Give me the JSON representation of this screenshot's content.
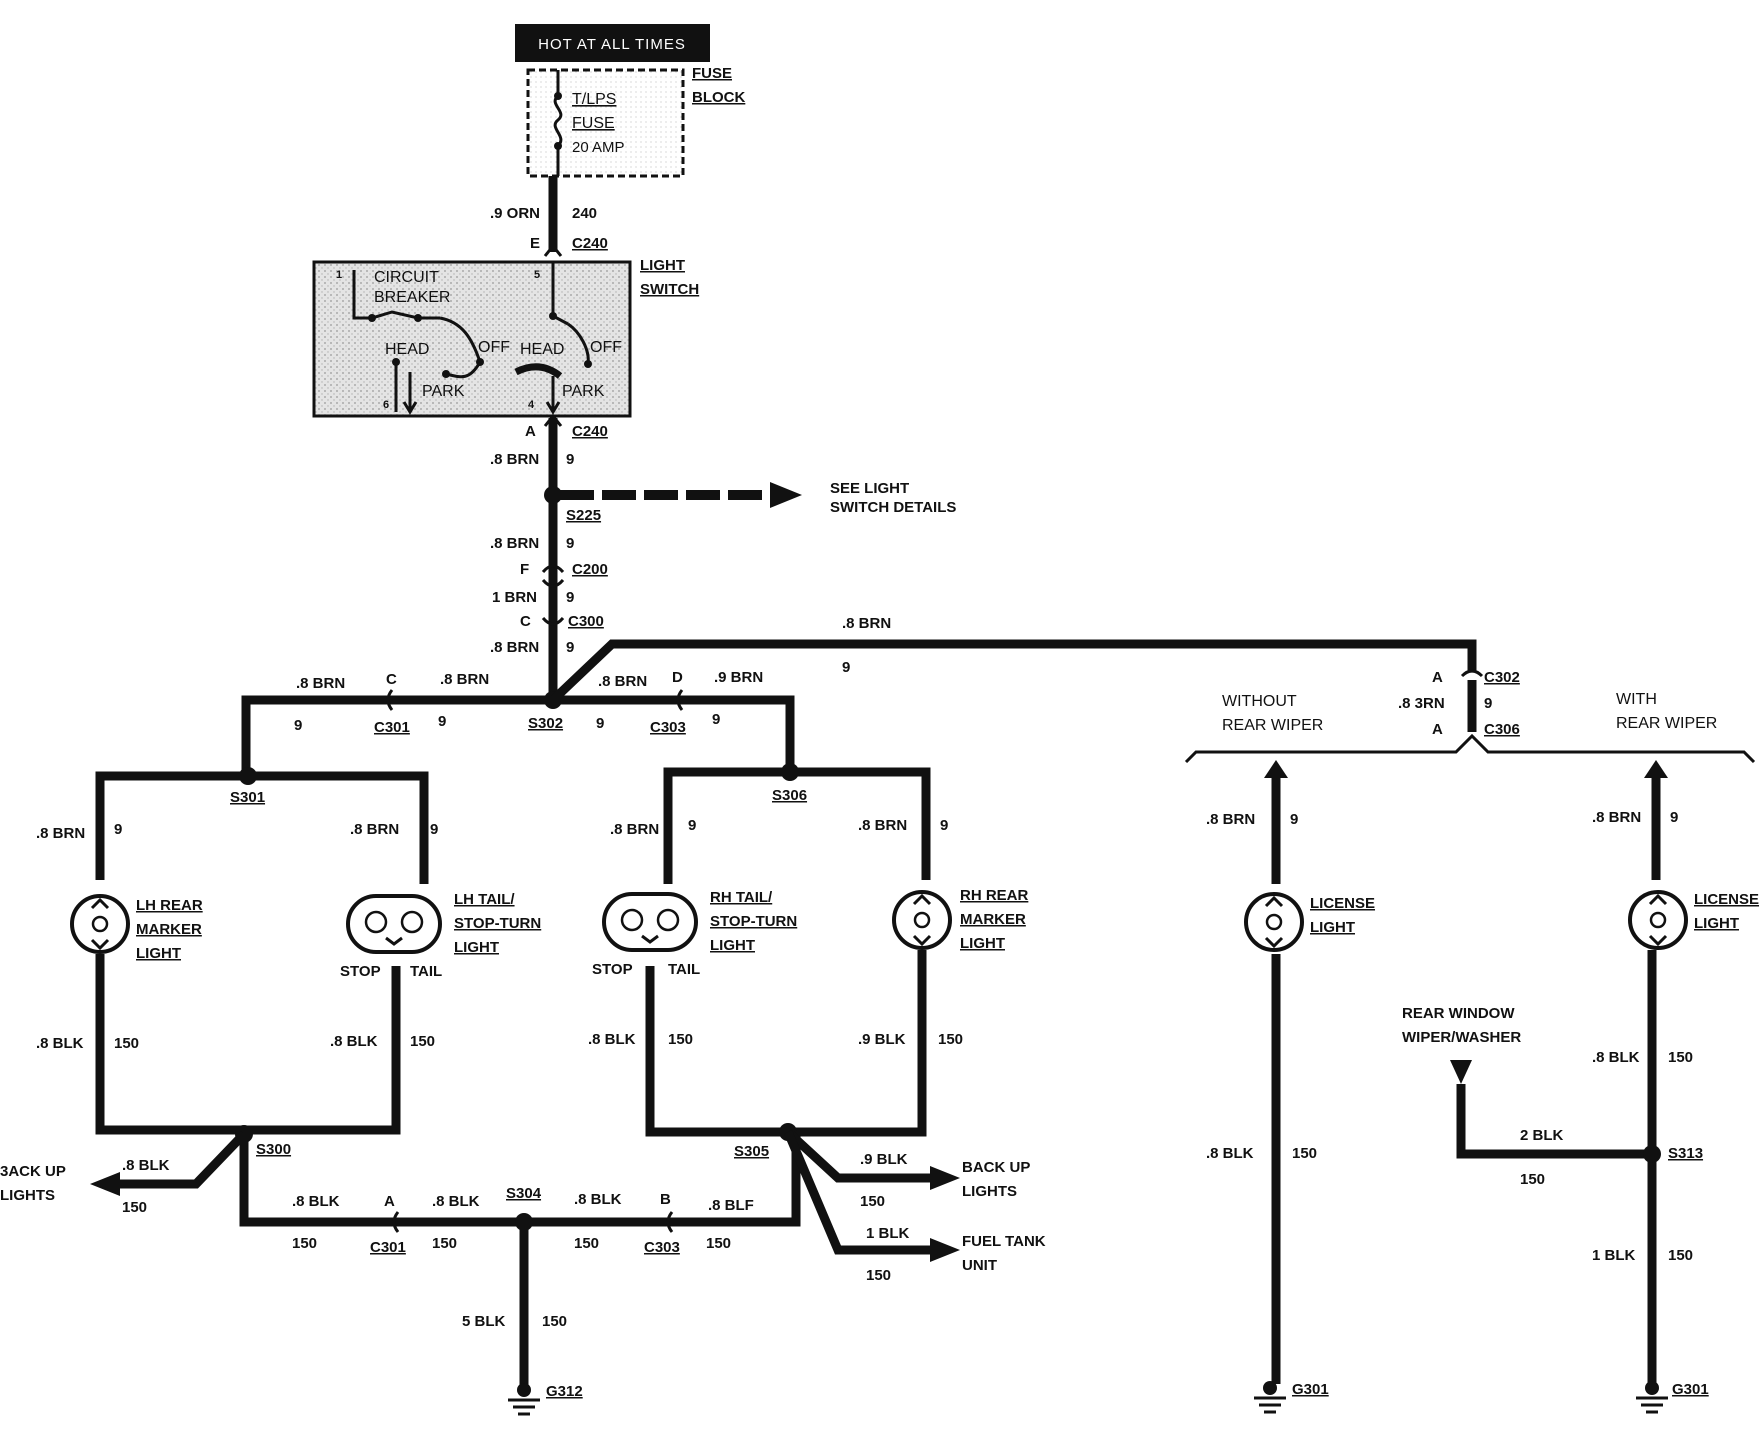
{
  "colors": {
    "ink": "#111111",
    "switch_fill": "#d9d9d9",
    "paper": "#ffffff"
  },
  "power": {
    "hot_label": "HOT AT ALL TIMES"
  },
  "fuse_block": {
    "title1": "FUSE",
    "title2": "BLOCK",
    "fuse1": "T/LPS",
    "fuse2": "FUSE",
    "rating": "20 AMP"
  },
  "light_switch": {
    "title1": "LIGHT",
    "title2": "SWITCH",
    "cb1": "CIRCUIT",
    "cb2": "BREAKER",
    "head": "HEAD",
    "off": "OFF",
    "park": "PARK",
    "pin1": "1",
    "pin5": "5",
    "pin6": "6",
    "pin4": "4"
  },
  "details": {
    "line1": "SEE LIGHT",
    "line2": "SWITCH DETAILS"
  },
  "wires": {
    "w_9orn": ".9 ORN",
    "w_8brn": ".8 BRN",
    "w_1brn": "1 BRN",
    "w_8brn_alt": ".8 3RN",
    "w_9brn": ".9 BRN",
    "w_8blk": ".8 BLK",
    "w_9blk": ".9 BLK",
    "w_1blk": "1 BLK",
    "w_2blk": "2 BLK",
    "w_5blk": "5 BLK",
    "w_8blf": ".8 BLF",
    "c240": "240",
    "c9": "9",
    "c150": "150"
  },
  "connectors": {
    "E": "E",
    "A": "A",
    "F": "F",
    "C": "C",
    "D": "D",
    "B": "B",
    "c240": "C240",
    "c200": "C200",
    "c300": "C300",
    "c301": "C301",
    "c302": "C302",
    "c303": "C303",
    "c306": "C306"
  },
  "splices": {
    "s225": "S225",
    "s300": "S300",
    "s301": "S301",
    "s302": "S302",
    "s304": "S304",
    "s305": "S305",
    "s306": "S306",
    "s313": "S313"
  },
  "grounds": {
    "g312": "G312",
    "g301": "G301"
  },
  "lamps": {
    "lh_marker": [
      "LH REAR",
      "MARKER",
      "LIGHT"
    ],
    "lh_tail": [
      "LH TAIL/",
      "STOP-TURN",
      "LIGHT"
    ],
    "rh_tail": [
      "RH TAIL/",
      "STOP-TURN",
      "LIGHT"
    ],
    "rh_marker": [
      "RH REAR",
      "MARKER",
      "LIGHT"
    ],
    "license": [
      "LICENSE",
      "LIGHT"
    ],
    "stop": "STOP",
    "tail": "TAIL"
  },
  "options": {
    "without1": "WITHOUT",
    "without2": "REAR WIPER",
    "with1": "WITH",
    "with2": "REAR WIPER"
  },
  "components": {
    "backup1": "BACK UP",
    "backup2": "LIGHTS",
    "backup_left1": "3ACK UP",
    "fuel1": "FUEL TANK",
    "fuel2": "UNIT",
    "wiper1": "REAR WINDOW",
    "wiper2": "WIPER/WASHER"
  }
}
